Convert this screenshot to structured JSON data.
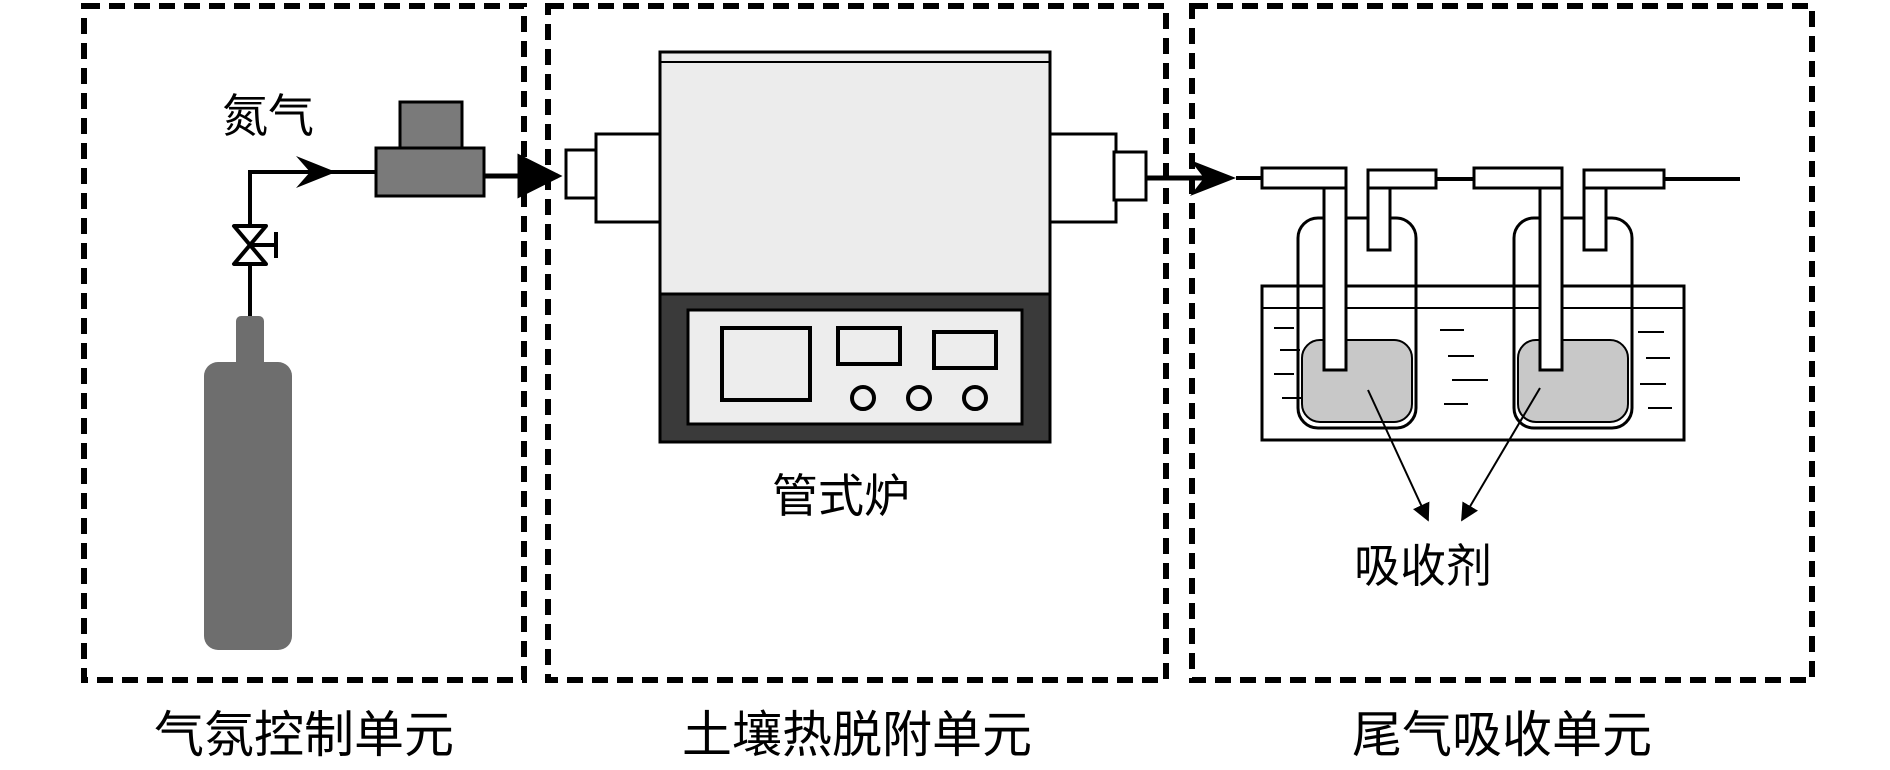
{
  "units": {
    "gas_control": "气氛控制单元",
    "thermal_desorption": "土壤热脱附单元",
    "tail_gas": "尾气吸收单元"
  },
  "labels": {
    "nitrogen": "氮气",
    "tube_furnace": "管式炉",
    "absorbent": "吸收剂"
  },
  "colors": {
    "cylinder": "#6e6e6e",
    "flowmeter": "#7a7a7a",
    "furnace_top": "#ececec",
    "furnace_base": "#3a3a3a",
    "liquid": "#c8c8c8"
  },
  "icons": [
    "gas-cylinder-icon",
    "valve-icon",
    "flow-meter-icon",
    "tube-furnace-icon",
    "absorption-bottle-icon"
  ]
}
